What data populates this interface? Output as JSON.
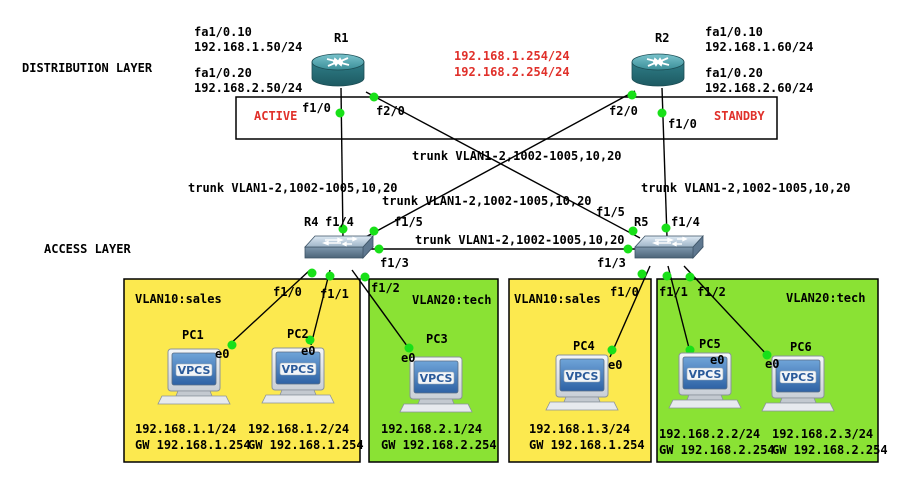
{
  "labels": {
    "distribution_layer": "DISTRIBUTION LAYER",
    "access_layer": "ACCESS LAYER",
    "active": "ACTIVE",
    "standby": "STANDBY",
    "vip_1": "192.168.1.254/24",
    "vip_2": "192.168.2.254/24"
  },
  "routers": {
    "r1": {
      "name": "R1",
      "sub1_if": "fa1/0.10",
      "sub1_ip": "192.168.1.50/24",
      "sub2_if": "fa1/0.20",
      "sub2_ip": "192.168.2.50/24",
      "port_down": "f1/0",
      "port_cross": "f2/0"
    },
    "r2": {
      "name": "R2",
      "sub1_if": "fa1/0.10",
      "sub1_ip": "192.168.1.60/24",
      "sub2_if": "fa1/0.20",
      "sub2_ip": "192.168.2.60/24",
      "port_down": "f1/0",
      "port_cross": "f2/0"
    }
  },
  "switches": {
    "r4": {
      "name": "R4",
      "p_up": "f1/4",
      "p_cross": "f1/5",
      "p_side": "f1/3",
      "p_pc1": "f1/0",
      "p_pc2": "f1/1",
      "p_pc3": "f1/2"
    },
    "r5": {
      "name": "R5",
      "p_up": "f1/4",
      "p_cross": "f1/5",
      "p_side": "f1/3",
      "p_pc4": "f1/0",
      "p_pc5": "f1/1",
      "p_pc6": "f1/2"
    }
  },
  "trunks": {
    "r1_r5": "trunk VLAN1-2,1002-1005,10,20",
    "r1_r4": "trunk VLAN1-2,1002-1005,10,20",
    "r2_r4": "trunk VLAN1-2,1002-1005,10,20",
    "r2_r5": "trunk VLAN1-2,1002-1005,10,20",
    "r4_r5": "trunk VLAN1-2,1002-1005,10,20"
  },
  "vlans": {
    "left_sales": "VLAN10:sales",
    "left_tech": "VLAN20:tech",
    "right_sales": "VLAN10:sales",
    "right_tech": "VLAN20:tech"
  },
  "pcs": {
    "pc1": {
      "name": "PC1",
      "ip": "192.168.1.1/24",
      "gw": "GW 192.168.1.254",
      "port": "e0",
      "badge": "VPCS"
    },
    "pc2": {
      "name": "PC2",
      "ip": "192.168.1.2/24",
      "gw": "GW 192.168.1.254",
      "port": "e0",
      "badge": "VPCS"
    },
    "pc3": {
      "name": "PC3",
      "ip": "192.168.2.1/24",
      "gw": "GW 192.168.2.254",
      "port": "e0",
      "badge": "VPCS"
    },
    "pc4": {
      "name": "PC4",
      "ip": "192.168.1.3/24",
      "gw": "GW 192.168.1.254",
      "port": "e0",
      "badge": "VPCS"
    },
    "pc5": {
      "name": "PC5",
      "ip": "192.168.2.2/24",
      "gw": "GW 192.168.2.254",
      "port": "e0",
      "badge": "VPCS"
    },
    "pc6": {
      "name": "PC6",
      "ip": "192.168.2.3/24",
      "gw": "GW 192.168.2.254",
      "port": "e0",
      "badge": "VPCS"
    }
  },
  "colors": {
    "sales_zone": "#fce94f",
    "tech_zone": "#8ae234",
    "link_dot": "#18e018",
    "accent_red": "#e0302a"
  }
}
